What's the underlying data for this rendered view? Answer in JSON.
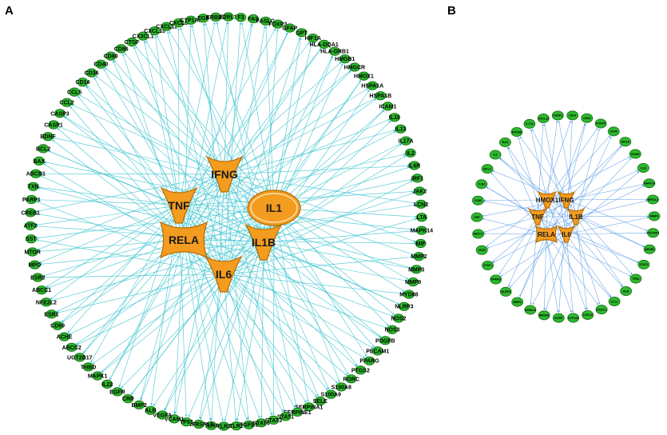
{
  "colors": {
    "edge_a": "#3ec6d0",
    "edge_b": "#5b9be6",
    "hub_fill": "#f39c1f",
    "hub_stroke": "#b86c00",
    "node_fill": "#2db82d",
    "node_stroke": "#136b13"
  },
  "panel_a": {
    "letter": "A",
    "hubs": [
      "IFNG",
      "TNF",
      "IL1",
      "RELA",
      "IL1B",
      "IL6"
    ],
    "nodes": [
      "FAS",
      "FASLG",
      "FOXP3",
      "GFAP",
      "GPT",
      "HIF1A",
      "HLA-DQA1",
      "HLA-DRB1",
      "HMGB1",
      "HMGCR",
      "HMOX1",
      "HSPA1A",
      "HSPA1B",
      "ICAM1",
      "IL10",
      "IL13",
      "IL17A",
      "IL2",
      "IL6R",
      "IRF1",
      "JAK2",
      "LCN2",
      "LTA",
      "MAPK14",
      "MIF",
      "MMP2",
      "MMP3",
      "MMP9",
      "MYD88",
      "NLRP3",
      "NOS2",
      "NOS3",
      "PDGFB",
      "PECAM1",
      "PPARG",
      "PTGS2",
      "RORC",
      "S100A8",
      "S100A9",
      "SELE",
      "SERPINA1",
      "SERPINE1",
      "STAT1",
      "STAT3",
      "STAT6",
      "TGFB1",
      "TLR2",
      "TLR3",
      "TLR4",
      "TNFRSF1A",
      "TP53",
      "VCAM1",
      "VEGFA",
      "ALB",
      "BMP2",
      "CRP",
      "EGFR",
      "IL22",
      "MAPK1",
      "THBD",
      "UGT2B17",
      "ABCC2",
      "ACHE",
      "CD69",
      "ESR1",
      "NFE2L2",
      "ABCC1",
      "ESR2",
      "MPO",
      "MTOR",
      "SST",
      "ATF2",
      "CREB1",
      "PARP1",
      "TXN",
      "ABCB1",
      "BAX",
      "BCL2",
      "BDNF",
      "CASP1",
      "CASP3",
      "CCL2",
      "CCL5",
      "CD14",
      "CD36",
      "CD40",
      "CD80",
      "CD86",
      "CTGF",
      "CX3CL1",
      "CXCL10",
      "CXCL11",
      "CXCL8",
      "CYP1A2",
      "EGF",
      "ERBB2",
      "F2RL1",
      "F3"
    ]
  },
  "panel_b": {
    "letter": "B",
    "hubs": [
      "HMOX1",
      "IFNG",
      "TNF",
      "IL1B",
      "RELA",
      "IL6"
    ],
    "nodes": [
      "CASP1",
      "CD14",
      "CD36",
      "FOXP3",
      "CD40",
      "HIF1A",
      "ICAM1",
      "IL10",
      "MAPK14",
      "NFE2L2",
      "MMP9",
      "PECAM1",
      "ABCB1",
      "STAT3",
      "TP53",
      "ALB",
      "CCL2",
      "CX3CL1",
      "CXCL8",
      "CYP1A2",
      "EGFR",
      "HMGB1",
      "HSPA1A",
      "MMP2",
      "NLRP3",
      "PPARG",
      "STAT1",
      "CD69",
      "ABCC1",
      "CRP",
      "CD86",
      "TLR4",
      "BCL2",
      "IL2",
      "BAX",
      "MYD88",
      "IL17A",
      "CXCL10"
    ]
  }
}
